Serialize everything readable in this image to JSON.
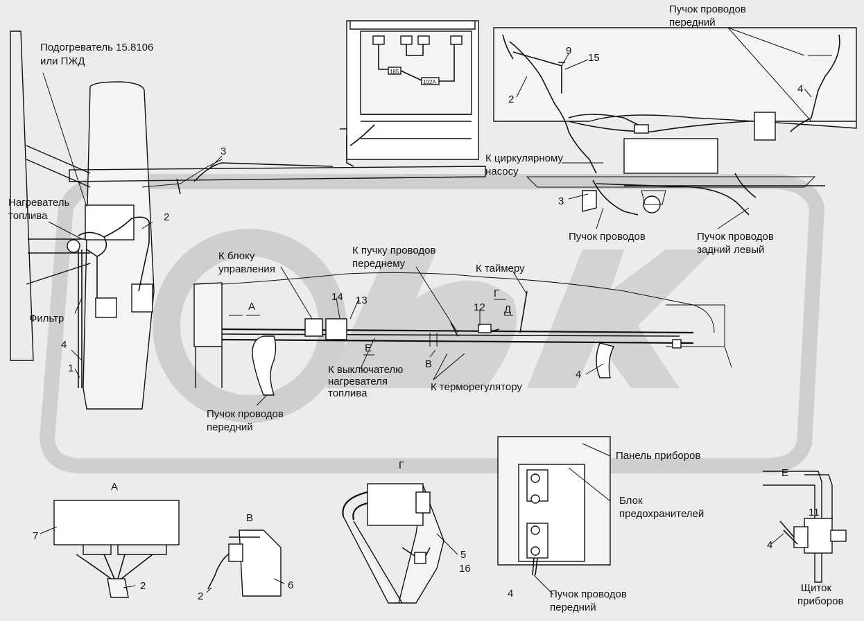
{
  "labels": {
    "heater_name": "Подогреватель 15.8106",
    "heater_name_2": "или ПЖД",
    "fuel_heater": "Нагреватель",
    "fuel_heater_2": "топлива",
    "filter": "Фильтр",
    "front_bundle_top": "Пучок проводов",
    "front_bundle_top_2": "передний",
    "to_circ_pump": "К циркулярному",
    "to_circ_pump_2": "насосу",
    "bundle": "Пучок проводов",
    "rear_left_bundle": "Пучок проводов",
    "rear_left_bundle_2": "задний левый",
    "to_control_unit": "К блоку",
    "to_control_unit_2": "управления",
    "to_front_bundle": "К пучку проводов",
    "to_front_bundle_2": "переднему",
    "to_timer": "К таймеру",
    "to_switch": "К выключателю",
    "to_switch_2": "нагревателя",
    "to_switch_3": "топлива",
    "to_thermoregulator": "К терморегулятору",
    "front_bundle_mid": "Пучок проводов",
    "front_bundle_mid_2": "передний",
    "instrument_panel": "Панель приборов",
    "fuse_block": "Блок",
    "fuse_block_2": "предохранителей",
    "front_bundle_bot": "Пучок проводов",
    "front_bundle_bot_2": "передний",
    "dash_shield": "Щиток",
    "dash_shield_2": "приборов",
    "view_a": "А",
    "view_v": "В",
    "view_g": "Г",
    "view_e": "Е",
    "mark_a": "А",
    "mark_g": "Г",
    "mark_d": "Д",
    "mark_e": "Е",
    "mark_v": "В",
    "fuse_185": "185",
    "fuse_192a": "192А"
  },
  "numbers": {
    "n1": "1",
    "n2a": "2",
    "n2b": "2",
    "n2c": "2",
    "n2d": "2",
    "n3a": "3",
    "n3b": "3",
    "n4a": "4",
    "n4b": "4",
    "n4c": "4",
    "n4d": "4",
    "n4e": "4",
    "n5": "5",
    "n6": "6",
    "n7": "7",
    "n9": "9",
    "n11": "11",
    "n12": "12",
    "n13": "13",
    "n14": "14",
    "n15": "15",
    "n16": "16"
  }
}
